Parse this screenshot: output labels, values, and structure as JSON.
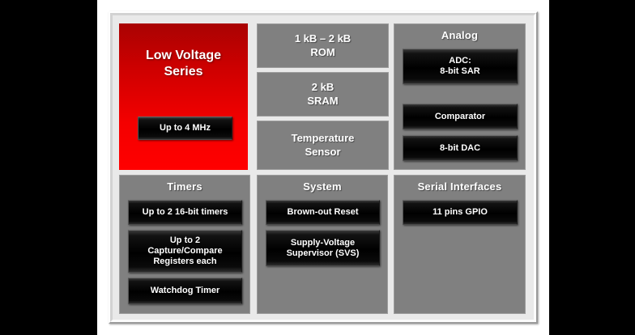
{
  "diagram": {
    "hero": {
      "title": "Low Voltage\nSeries",
      "title_line1": "Low Voltage",
      "title_line2": "Series",
      "chip_label": "Up to 4 MHz"
    },
    "memory": {
      "blocks": [
        {
          "name": "rom",
          "line1": "1 kB – 2 kB",
          "line2": "ROM"
        },
        {
          "name": "sram",
          "line1": "2 kB",
          "line2": "SRAM"
        },
        {
          "name": "temp",
          "line1": "Temperature",
          "line2": "Sensor"
        }
      ]
    },
    "analog": {
      "title": "Analog",
      "items": [
        {
          "name": "adc",
          "line1": "ADC:",
          "line2": "8-bit SAR"
        },
        {
          "name": "comparator",
          "line1": "Comparator",
          "line2": ""
        },
        {
          "name": "dac",
          "line1": "8-bit DAC",
          "line2": ""
        }
      ]
    },
    "timers": {
      "title": "Timers",
      "items": [
        {
          "name": "timers-16bit",
          "line1": "Up to 2 16-bit timers",
          "line2": "",
          "line3": ""
        },
        {
          "name": "capture-compare",
          "line1": "Up to 2",
          "line2": "Capture/Compare",
          "line3": "Registers each"
        },
        {
          "name": "watchdog",
          "line1": "Watchdog Timer",
          "line2": "",
          "line3": ""
        }
      ]
    },
    "system": {
      "title": "System",
      "items": [
        {
          "name": "brown-out-reset",
          "line1": "Brown-out Reset",
          "line2": ""
        },
        {
          "name": "svs",
          "line1": "Supply-Voltage",
          "line2": "Supervisor (SVS)"
        }
      ]
    },
    "serial": {
      "title": "Serial Interfaces",
      "items": [
        {
          "name": "gpio",
          "line1": "11 pins GPIO",
          "line2": ""
        }
      ]
    }
  },
  "colors": {
    "red_top": "#A90202",
    "red_bottom": "#FF0000",
    "panel_gray": "#808080",
    "chip_black": "#000000",
    "frame_gray": "#E9E9E9",
    "text_white": "#FFFFFF",
    "backdrop_black": "#000000"
  }
}
